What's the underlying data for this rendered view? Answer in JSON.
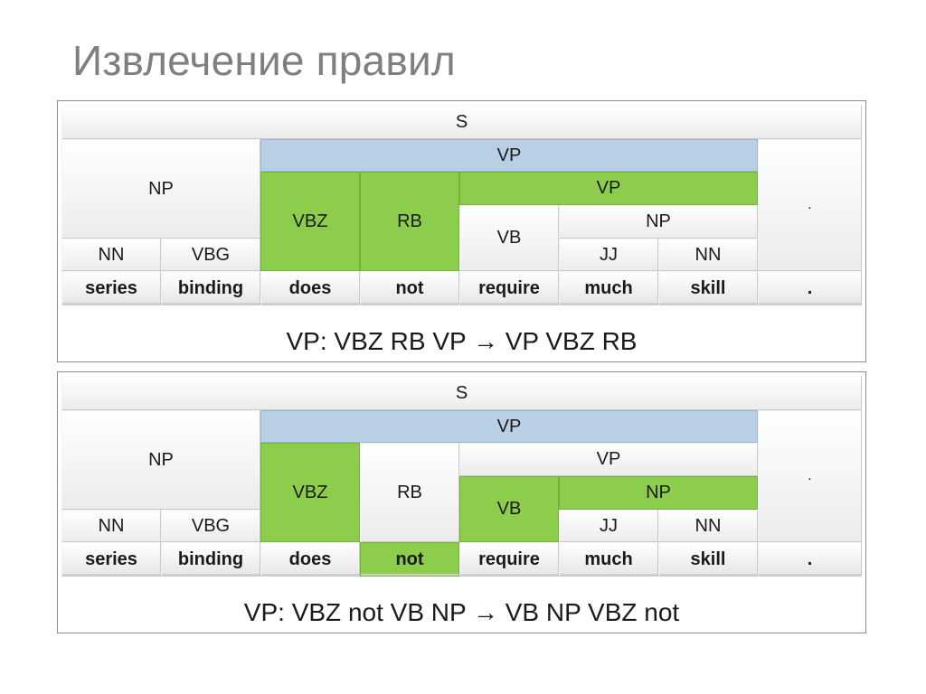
{
  "slide": {
    "title": "Извлечение правил"
  },
  "panels": [
    {
      "rule": "VP: VBZ RB VP → VP VBZ RB",
      "nodes": [
        {
          "label": "S",
          "style": "plain"
        },
        {
          "label": "NP",
          "style": "plain"
        },
        {
          "label": "VP",
          "style": "blue"
        },
        {
          "label": ".",
          "style": "plain"
        },
        {
          "label": "VBZ",
          "style": "green"
        },
        {
          "label": "RB",
          "style": "green"
        },
        {
          "label": "VP",
          "style": "green"
        },
        {
          "label": "VB",
          "style": "plain"
        },
        {
          "label": "NP",
          "style": "plain"
        },
        {
          "label": "NN",
          "style": "plain"
        },
        {
          "label": "VBG",
          "style": "plain"
        },
        {
          "label": "JJ",
          "style": "plain"
        },
        {
          "label": "NN",
          "style": "plain"
        }
      ],
      "words": [
        {
          "label": "series",
          "style": "plain"
        },
        {
          "label": "binding",
          "style": "plain"
        },
        {
          "label": "does",
          "style": "plain"
        },
        {
          "label": "not",
          "style": "plain"
        },
        {
          "label": "require",
          "style": "plain"
        },
        {
          "label": "much",
          "style": "plain"
        },
        {
          "label": "skill",
          "style": "plain"
        },
        {
          "label": ".",
          "style": "plain"
        }
      ]
    },
    {
      "rule": "VP: VBZ not VB NP → VB NP VBZ not",
      "nodes": [
        {
          "label": "S",
          "style": "plain"
        },
        {
          "label": "NP",
          "style": "plain"
        },
        {
          "label": "VP",
          "style": "blue"
        },
        {
          "label": ".",
          "style": "plain"
        },
        {
          "label": "VBZ",
          "style": "green"
        },
        {
          "label": "RB",
          "style": "plain"
        },
        {
          "label": "VP",
          "style": "plain"
        },
        {
          "label": "VB",
          "style": "green"
        },
        {
          "label": "NP",
          "style": "green"
        },
        {
          "label": "NN",
          "style": "plain"
        },
        {
          "label": "VBG",
          "style": "plain"
        },
        {
          "label": "JJ",
          "style": "plain"
        },
        {
          "label": "NN",
          "style": "plain"
        }
      ],
      "words": [
        {
          "label": "series",
          "style": "plain"
        },
        {
          "label": "binding",
          "style": "plain"
        },
        {
          "label": "does",
          "style": "plain"
        },
        {
          "label": "not",
          "style": "green"
        },
        {
          "label": "require",
          "style": "plain"
        },
        {
          "label": "much",
          "style": "plain"
        },
        {
          "label": "skill",
          "style": "plain"
        },
        {
          "label": ".",
          "style": "plain"
        }
      ]
    }
  ]
}
